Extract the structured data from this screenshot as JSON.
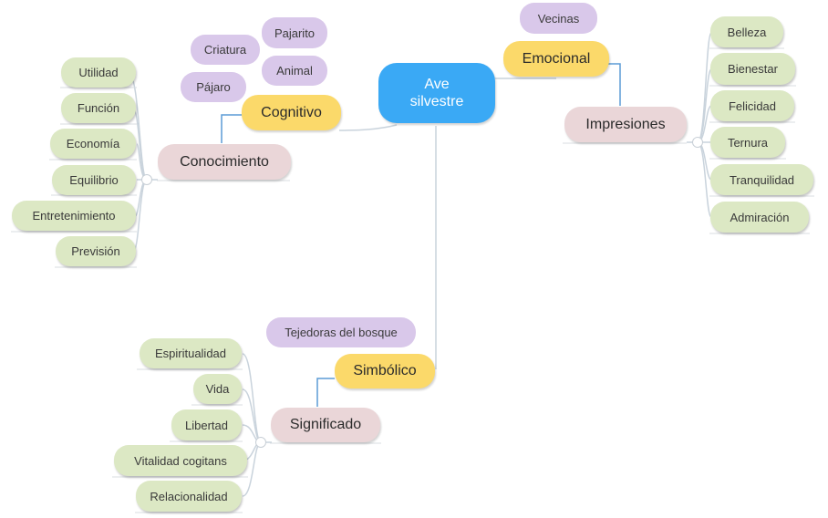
{
  "root": {
    "label": "Ave silvestre"
  },
  "cognitivo": {
    "label": "Cognitivo",
    "tags": [
      "Criatura",
      "Pajarito",
      "Animal",
      "Pájaro"
    ],
    "child": {
      "label": "Conocimiento",
      "leaves": [
        "Utilidad",
        "Función",
        "Economía",
        "Equilibrio",
        "Entretenimiento",
        "Previsión"
      ]
    }
  },
  "emocional": {
    "label": "Emocional",
    "tags": [
      "Vecinas"
    ],
    "child": {
      "label": "Impresiones",
      "leaves": [
        "Belleza",
        "Bienestar",
        "Felicidad",
        "Ternura",
        "Tranquilidad",
        "Admiración"
      ]
    }
  },
  "simbolico": {
    "label": "Simbólico",
    "tags": [
      "Tejedoras del bosque"
    ],
    "child": {
      "label": "Significado",
      "leaves": [
        "Espiritualidad",
        "Vida",
        "Libertad",
        "Vitalidad cogitans",
        "Relacionalidad"
      ]
    }
  },
  "colors": {
    "root": "#3aa9f5",
    "branch": "#fbd96a",
    "sub_branch": "#ead6d8",
    "leaf": "#dce8c4",
    "tag": "#d9c8ea",
    "connector": "#c9d3dc"
  }
}
